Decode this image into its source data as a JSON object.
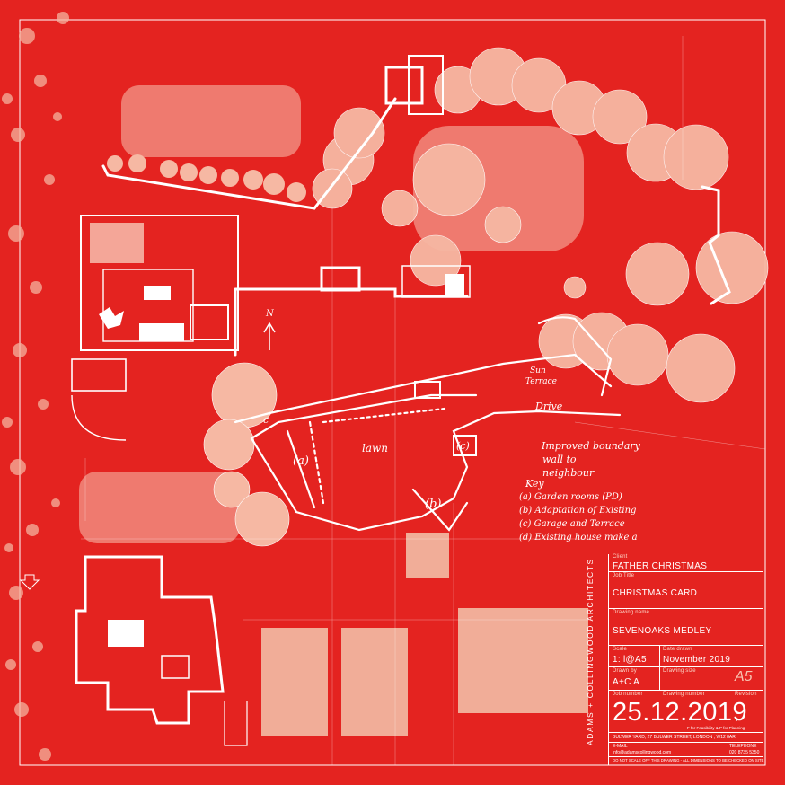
{
  "title_block": {
    "firm": "ADAMS + COLLINGWOOD ARCHITECTS",
    "client_label": "Client",
    "client_value": "FATHER CHRISTMAS",
    "job_title_label": "Job Title",
    "job_title_value": "CHRISTMAS CARD",
    "drawing_name_label": "Drawing name",
    "drawing_name_value": "SEVENOAKS MEDLEY",
    "scale_label": "Scale",
    "scale_value": "1: l@A5",
    "date_drawn_label": "Date drawn",
    "date_drawn_value": "November 2019",
    "drawn_by_label": "Drawn by",
    "drawn_by_value": "A+C A",
    "drawing_size_label": "Drawing size",
    "drawing_size_value": "A5",
    "job_number_label": "Job number",
    "drawing_number_label": "Drawing number",
    "revision_label": "Revision",
    "job_number_value": "25.12.2019",
    "revision_value": ".",
    "suffix_note": "F for Feasibility & P for Planning",
    "address": "BULWER YARD, 27 BULWER STREET,  LONDON , W12 8AR",
    "email_label": "E-MAIL",
    "email_value": "info@adamscollingwood.com",
    "telephone_label": "TELEPHONE",
    "telephone_value": "020 8735 5350",
    "disclaimer": "DO NOT SCALE OFF THIS DRAWING - ALL DIMENSIONS TO BE CHECKED ON SITE"
  },
  "annotations": {
    "north": "N",
    "lawn": "lawn",
    "drive": "Drive",
    "sun_terrace_1": "Sun",
    "sun_terrace_2": "Terrace",
    "tag_a": "(a)",
    "tag_b": "(b)",
    "tag_c": "(c)",
    "tag_c2": "c",
    "boundary_1": "Improved boundary",
    "boundary_2": "wall to",
    "boundary_3": "neighbour",
    "key_title": "Key",
    "key_items": [
      "(a) Garden rooms (PD)",
      "(b) Adaptation of Existing",
      "(c) Garage and Terrace",
      "(d) Existing house make a"
    ]
  },
  "colors": {
    "background": "#e42320",
    "line": "#ffffff",
    "tree_fill": "#f6b8a3",
    "block_fill": "#f1ad98"
  }
}
